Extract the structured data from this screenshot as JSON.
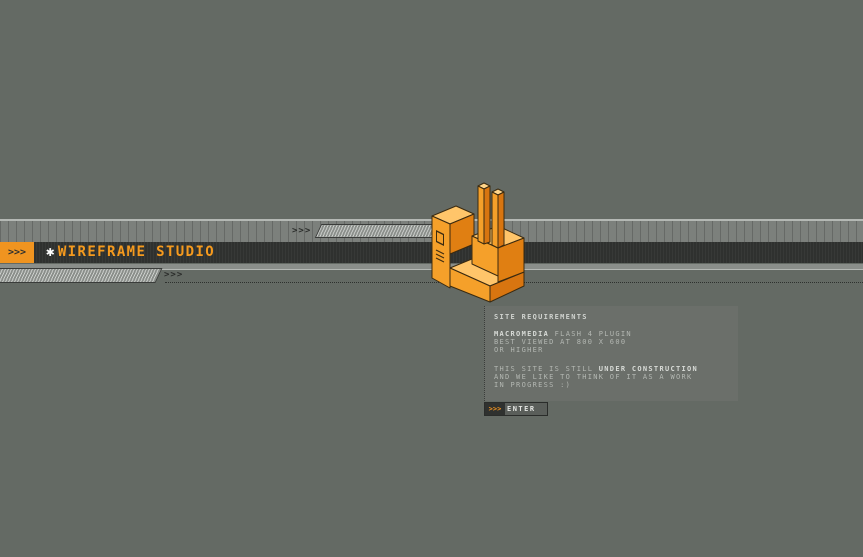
{
  "nav": {
    "tab_arrows": ">>>",
    "rail_arrows": ">>>"
  },
  "header": {
    "star": "✱",
    "title": "WIREFRAME STUDIO"
  },
  "requirements": {
    "heading": "SITE REQUIREMENTS",
    "plugin_brand": "MACROMEDIA",
    "plugin_rest": " FLASH 4 PLUGIN",
    "best_viewed": "BEST VIEWED AT 800 X 600",
    "or_higher": "OR HIGHER",
    "still_prefix": "THIS SITE IS STILL ",
    "under_construction": "UNDER CONSTRUCTION",
    "work_line": "AND WE LIKE TO THINK OF IT AS A WORK",
    "progress_line": "IN PROGRESS :)"
  },
  "enter_button": {
    "arrows": ">>>",
    "label": "ENTER"
  },
  "colors": {
    "background": "#646a64",
    "accent": "#f09420",
    "band": "#2f312f"
  },
  "icons": {
    "star": "asterisk-icon",
    "building": "isometric-building-logo"
  }
}
